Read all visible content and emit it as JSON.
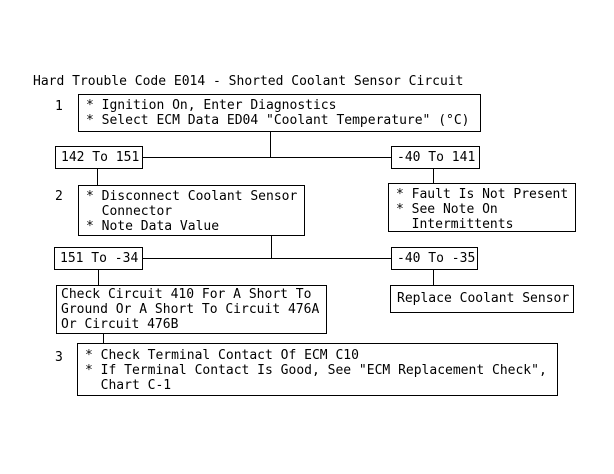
{
  "colors": {
    "background": "#ffffff",
    "line_and_text": "#000000"
  },
  "title": "Hard Trouble Code E014 - Shorted Coolant Sensor Circuit",
  "flowchart": {
    "step1": {
      "number": "1",
      "text": "* Ignition On, Enter Diagnostics\n* Select ECM Data ED04 \"Coolant Temperature\" (°C)"
    },
    "branch1": {
      "left_range": "142 To 151",
      "right_range": "-40 To 141"
    },
    "step2": {
      "number": "2",
      "text": "* Disconnect Coolant Sensor\n  Connector\n* Note Data Value"
    },
    "fault_note": {
      "text": "* Fault Is Not Present\n* See Note On\n  Intermittents"
    },
    "branch2": {
      "left_range": "151 To -34",
      "right_range": "-40 To -35"
    },
    "check_circuit": {
      "text": "Check Circuit 410 For A Short To\nGround Or A Short To Circuit 476A\nOr Circuit 476B"
    },
    "replace_sensor": {
      "text": "Replace Coolant Sensor"
    },
    "step3": {
      "number": "3",
      "text": "* Check Terminal Contact Of ECM C10\n* If Terminal Contact Is Good, See \"ECM Replacement Check\",\n  Chart C-1"
    }
  }
}
